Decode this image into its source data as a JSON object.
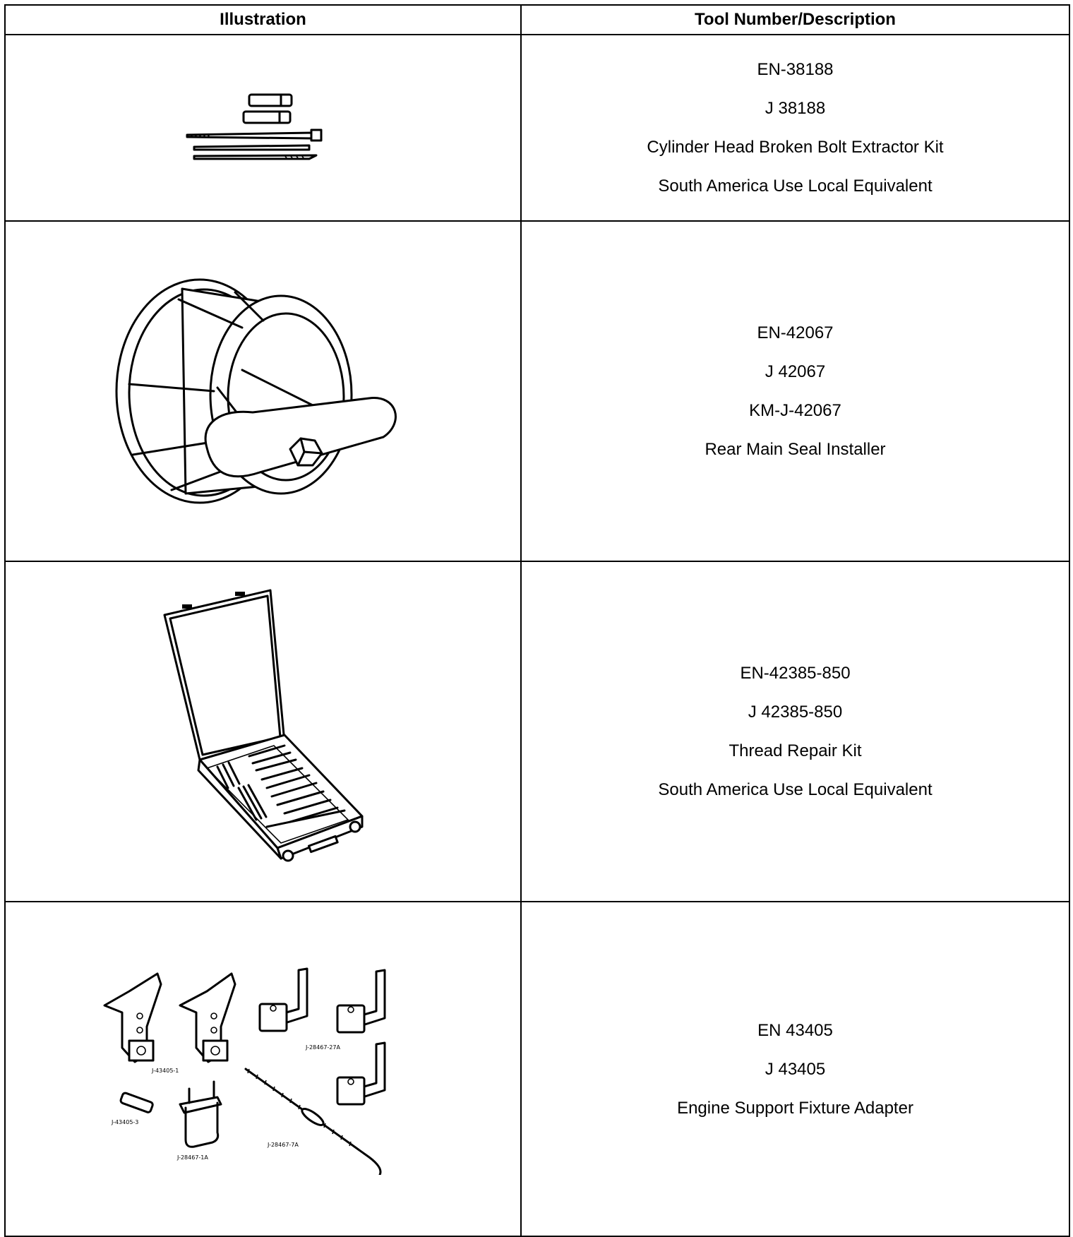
{
  "table": {
    "headers": {
      "illustration": "Illustration",
      "description": "Tool Number/Description"
    },
    "rows": [
      {
        "lines": [
          "EN-38188",
          "J 38188",
          "Cylinder Head Broken Bolt Extractor Kit",
          "South America Use Local Equivalent"
        ]
      },
      {
        "lines": [
          "EN-42067",
          "J 42067",
          "KM-J-42067",
          "Rear Main Seal Installer"
        ]
      },
      {
        "lines": [
          "EN-42385-850",
          "J 42385-850",
          "Thread Repair Kit",
          "South America Use Local Equivalent"
        ]
      },
      {
        "lines": [
          "EN 43405",
          "J 43405",
          "Engine Support Fixture Adapter"
        ]
      }
    ],
    "illustration_labels": {
      "j43405_1": "J-43405-1",
      "j28467_27a": "J-28467-27A",
      "j43405_3": "J-43405-3",
      "j28467_1a": "J-28467-1A",
      "j28467_7a": "J-28467-7A"
    }
  }
}
